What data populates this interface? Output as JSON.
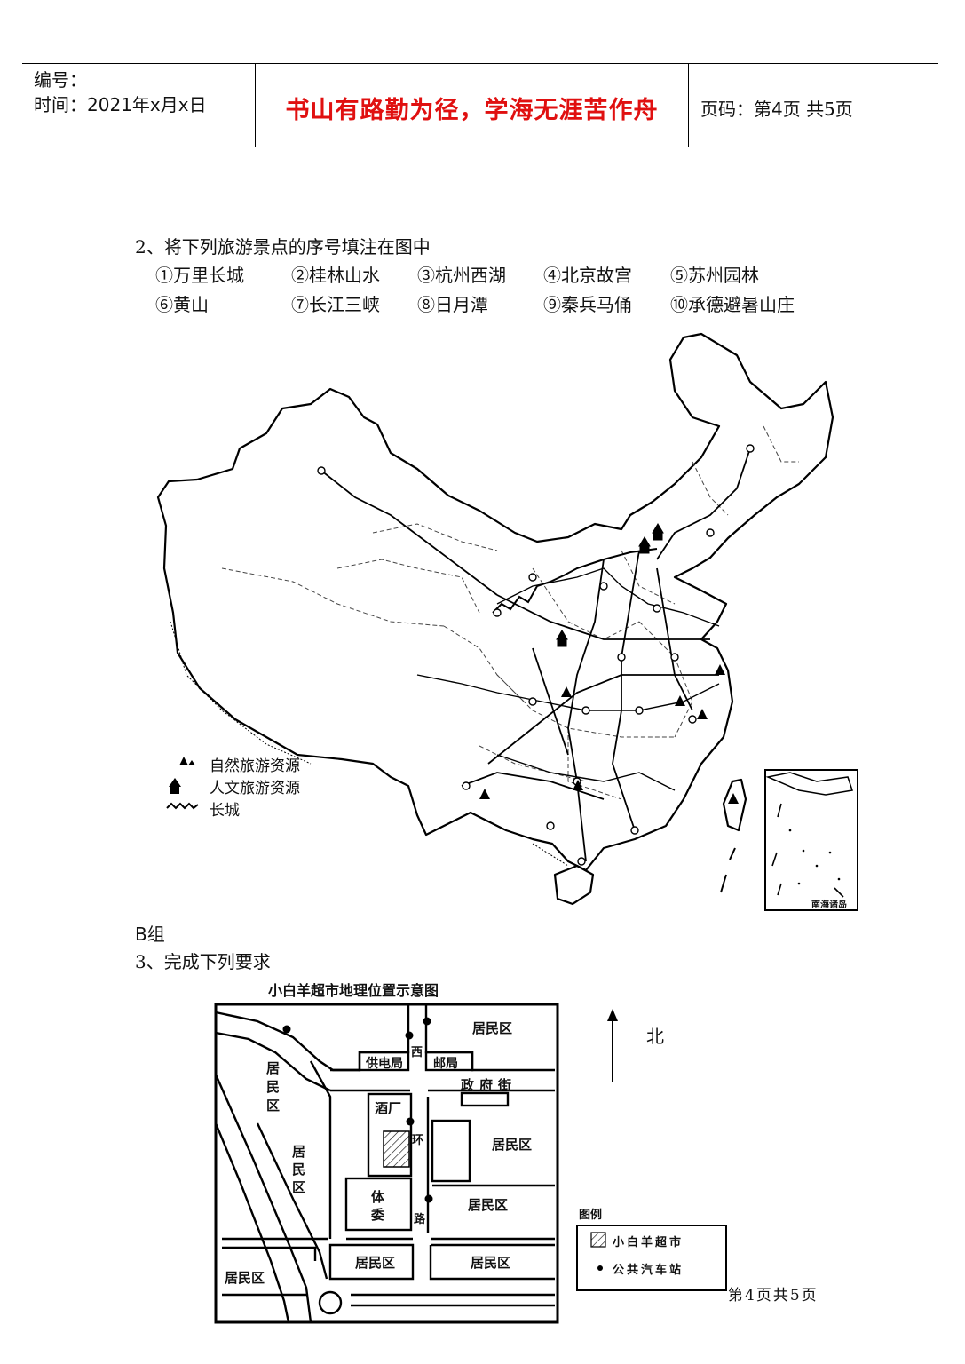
{
  "header": {
    "number_label": "编号：",
    "time_label": "时间：2021年x月x日",
    "motto": "书山有路勤为径，学海无涯苦作舟",
    "page_info": "页码：第4页  共5页"
  },
  "question2": {
    "text": "2、将下列旅游景点的序号填注在图中",
    "options": [
      "①万里长城",
      "②桂林山水",
      "③杭州西湖",
      "④北京故宫",
      "⑤苏州园林",
      "⑥黄山",
      "⑦长江三峡",
      "⑧日月潭",
      "⑨秦兵马俑",
      "⑩承德避暑山庄"
    ]
  },
  "china_map": {
    "legend": [
      "自然旅游资源",
      "人文旅游资源",
      "长城"
    ],
    "inset_label": "南海诸岛"
  },
  "section_b": {
    "title": "B组"
  },
  "question3": {
    "text": "3、完成下列要求"
  },
  "city_map": {
    "title": "小白羊超市地理位置示意图",
    "north_label": "北",
    "labels": {
      "res_top": "居民区",
      "res_left1": "居民区",
      "res_left2": "居民区",
      "res_mid": "居民区",
      "res_mid2": "居民区",
      "res_bot1": "居民区",
      "res_bot2": "居民区",
      "res_bot3": "居民区",
      "power": "供电局",
      "post": "邮局",
      "xi": "西",
      "huan": "环",
      "lu": "路",
      "gov_st": "政府街",
      "winery": "酒厂",
      "sports": "体委"
    },
    "legend_title": "图例",
    "legend_items": [
      "小白羊超市",
      "公共汽车站"
    ]
  },
  "footer": {
    "page_text": "第4页共5页"
  }
}
